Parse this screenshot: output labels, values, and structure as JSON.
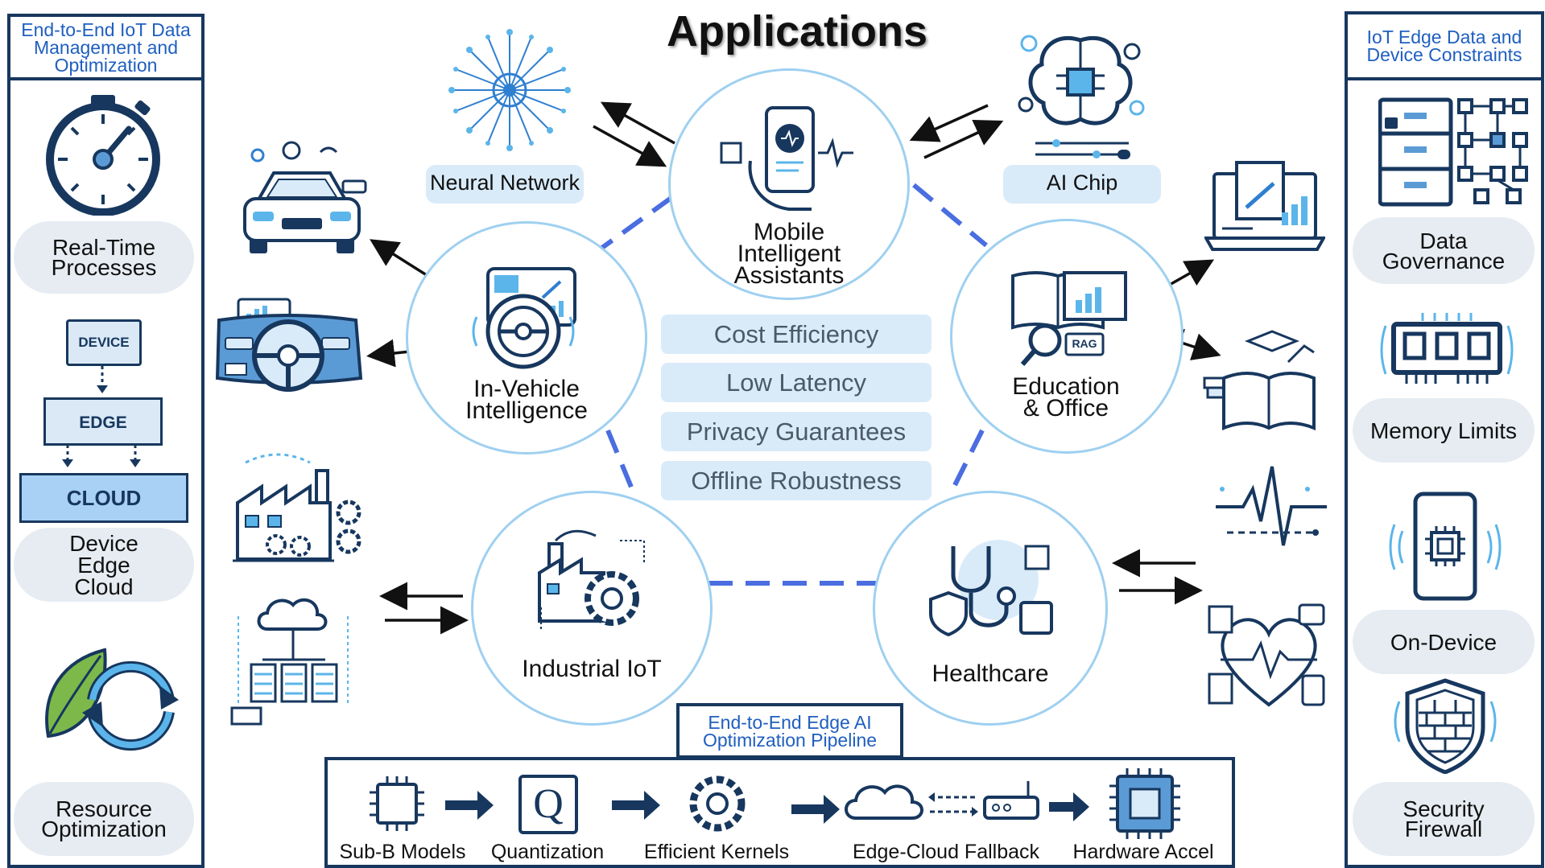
{
  "title": "Applications",
  "left_panel": {
    "title": "End-to-End IoT Data Management and Optimization",
    "items": [
      {
        "label": "Real-Time Processes",
        "icon": "stopwatch-icon"
      },
      {
        "label": "Device Edge Cloud",
        "icon": "device-edge-cloud-icon"
      },
      {
        "label": "Resource Optimization",
        "icon": "leaf-cycle-icon"
      }
    ],
    "diagram": {
      "device": "DEVICE",
      "edge": "EDGE",
      "cloud": "CLOUD"
    }
  },
  "right_panel": {
    "title": "IoT Edge Data and Device Constraints",
    "items": [
      {
        "label": "Data Governance",
        "icon": "cabinet-network-icon"
      },
      {
        "label": "Memory Limits",
        "icon": "memory-chip-icon"
      },
      {
        "label": "On-Device",
        "icon": "phone-chip-icon"
      },
      {
        "label": "Security Firewall",
        "icon": "firewall-shield-icon"
      }
    ]
  },
  "hubs": {
    "mobile": "Mobile Intelligent Assistants",
    "vehicle": "In-Vehicle Intelligence",
    "education": "Education & Office",
    "industrial": "Industrial IoT",
    "healthcare": "Healthcare"
  },
  "tags": {
    "neural": "Neural Network",
    "chip": "AI Chip"
  },
  "rag": "RAG",
  "benefits": [
    "Cost Efficiency",
    "Low Latency",
    "Privacy Guarantees",
    "Offline Robustness"
  ],
  "pipeline": {
    "title": "End-to-End Edge AI Optimization Pipeline",
    "steps": [
      "Sub-B Models",
      "Quantization",
      "Efficient Kernels",
      "Edge-Cloud Fallback",
      "Hardware Accel"
    ],
    "q": "Q"
  },
  "colors": {
    "navy": "#17375e",
    "accent_blue": "#1f5fbf",
    "pill_gray": "#e6ecf2",
    "light_blue": "#d9ebf9",
    "circle_border": "#9fd0f0",
    "dash_blue": "#4a6ee0"
  }
}
